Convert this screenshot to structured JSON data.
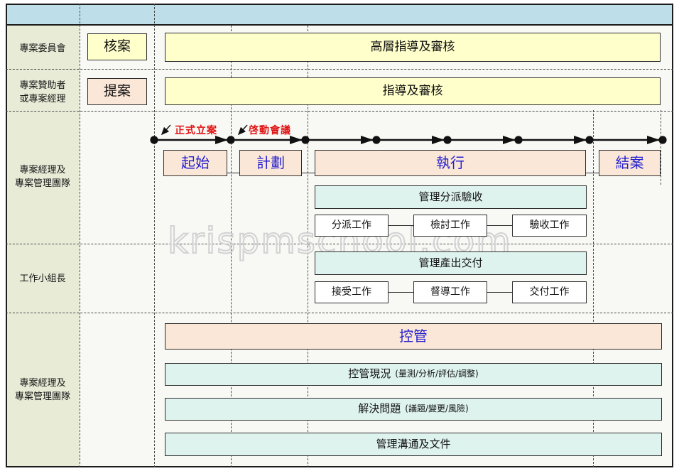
{
  "watermark": "krispmschool.com",
  "lanes": {
    "committee": "專案委員會",
    "sponsor_line1": "專案贊助者",
    "sponsor_line2": "或專案經理",
    "pm_team_line1": "專案經理及",
    "pm_team_line2": "專案管理團隊",
    "team_leader": "工作小組長",
    "pm_team2_line1": "專案經理及",
    "pm_team2_line2": "專案管理團隊"
  },
  "committee_row": {
    "approve": "核案",
    "oversight": "高層指導及審核"
  },
  "sponsor_row": {
    "propose": "提案",
    "guidance": "指導及審核"
  },
  "milestones": {
    "formal_approval": "正式立案",
    "kickoff_meeting": "啓動會議"
  },
  "phases": {
    "initiation": "起始",
    "planning": "計劃",
    "execution": "執行",
    "closing": "結案"
  },
  "pm_row": {
    "manage_assignment": "管理分派驗收",
    "tasks": [
      "分派工作",
      "檢討工作",
      "驗收工作"
    ]
  },
  "leader_row": {
    "manage_deliverables": "管理產出交付",
    "tasks": [
      "接受工作",
      "督導工作",
      "交付工作"
    ]
  },
  "control_row": {
    "control": "控管",
    "monitor_main": "控管現況",
    "monitor_detail": "(量測/分析/評估/調整)",
    "solve_main": "解決問題",
    "solve_detail": "(議題/變更/風險)",
    "comms_main": "管理溝通及文件"
  },
  "colors": {
    "header_band": "#bedfe9",
    "lane_column": "#e8ecd7",
    "yellow_box": "#ffffcc",
    "pink_box": "#fbe7d8",
    "cyan_box": "#def3ee",
    "phase_text": "#2420cf",
    "milestone_text": "#e01414"
  }
}
